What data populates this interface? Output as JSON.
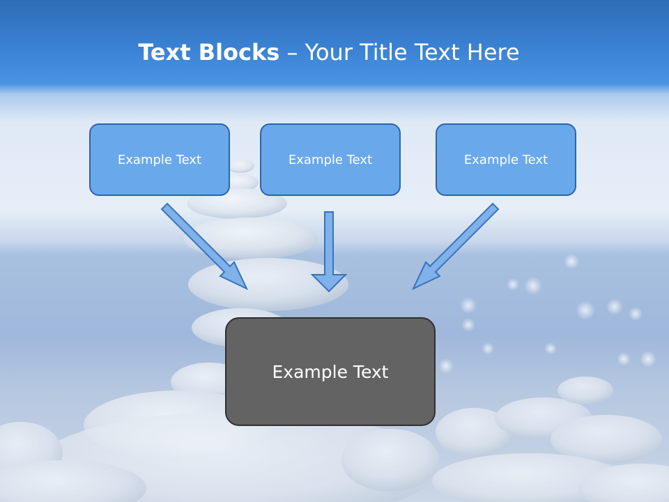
{
  "title": {
    "bold": "Text Blocks",
    "rest": " – Your Title Text Here"
  },
  "blocks": {
    "top": [
      {
        "label": "Example Text"
      },
      {
        "label": "Example Text"
      },
      {
        "label": "Example Text"
      }
    ],
    "center": {
      "label": "Example Text"
    }
  },
  "colors": {
    "top_box_fill": "#6aa8ec",
    "top_box_border": "#2c64a8",
    "center_box_fill": "#636363",
    "arrow_fill": "#7fb1ea",
    "arrow_stroke": "#3a72b8"
  }
}
